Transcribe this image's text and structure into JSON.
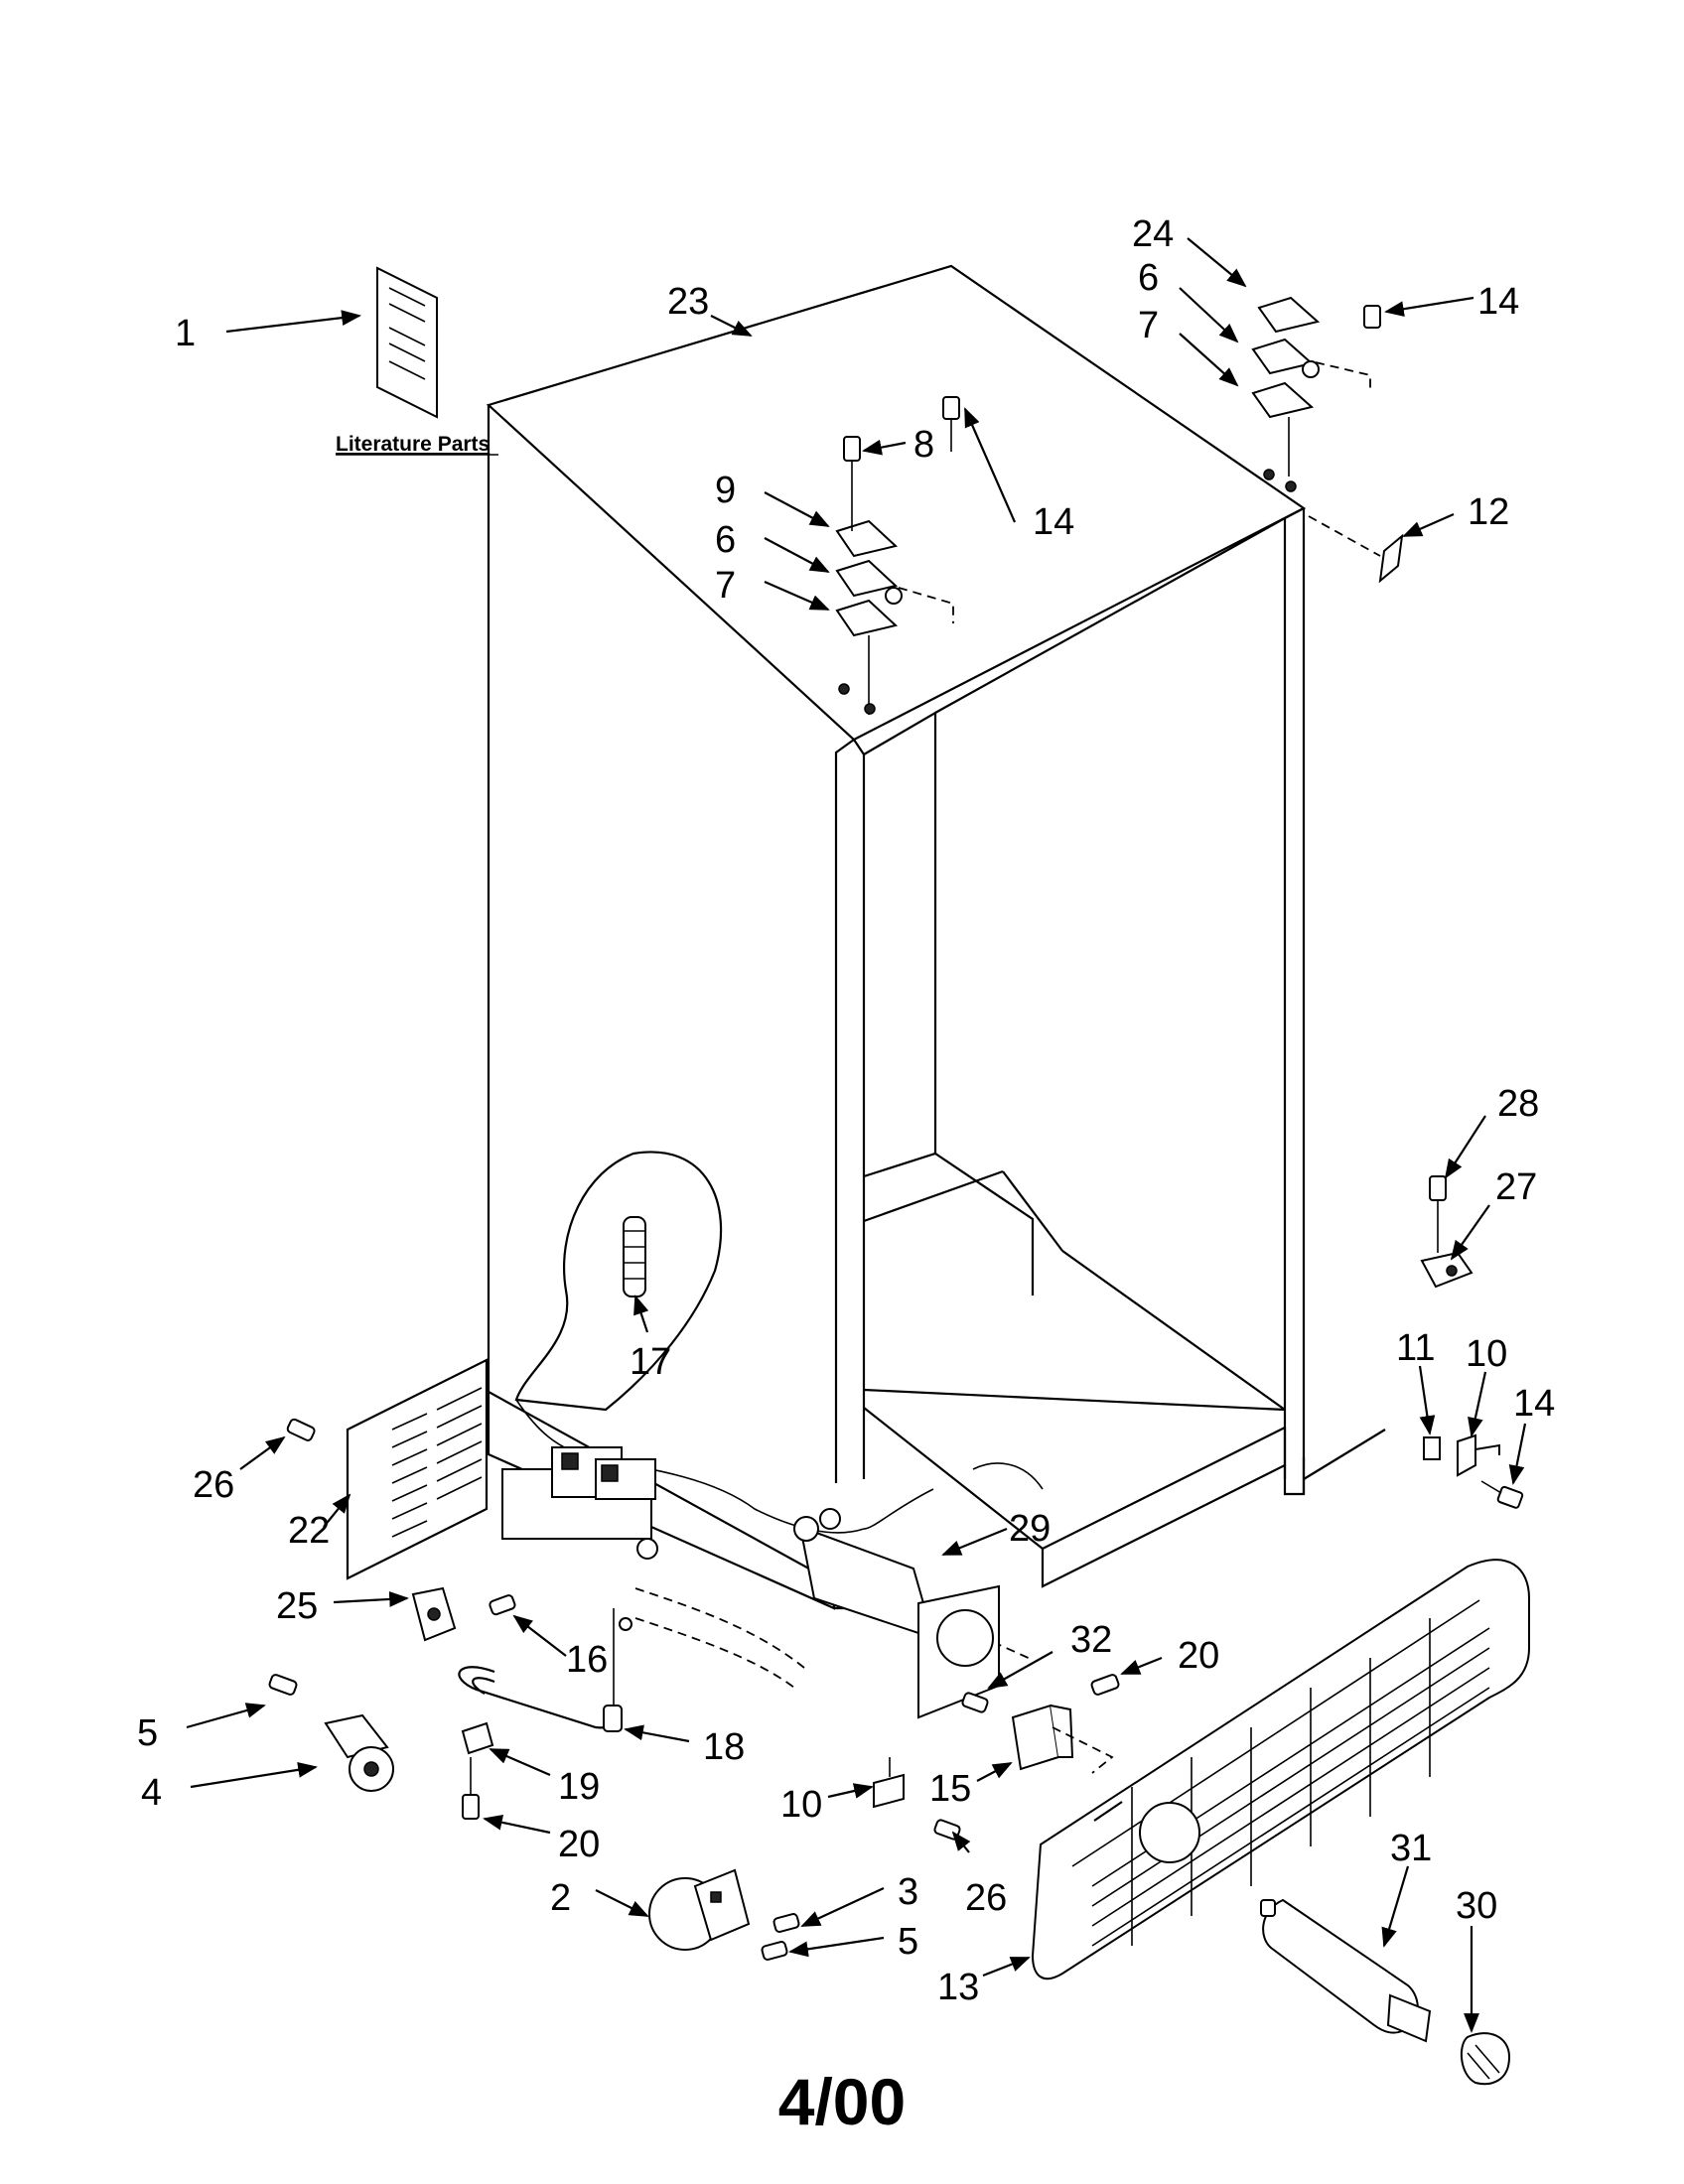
{
  "literature_label": "Literature Parts",
  "footer": "4/00",
  "callouts": {
    "c1": "1",
    "c23": "23",
    "c24": "24",
    "c6a": "6",
    "c7a": "7",
    "c14a": "14",
    "c8": "8",
    "c9": "9",
    "c6b": "6",
    "c7b": "7",
    "c14b": "14",
    "c12": "12",
    "c28": "28",
    "c27": "27",
    "c11": "11",
    "c10a": "10",
    "c14c": "14",
    "c17": "17",
    "c26a": "26",
    "c22": "22",
    "c25": "25",
    "c16": "16",
    "c29": "29",
    "c32": "32",
    "c20a": "20",
    "c5a": "5",
    "c4": "4",
    "c18": "18",
    "c19": "19",
    "c20b": "20",
    "c10b": "10",
    "c15": "15",
    "c2": "2",
    "c3": "3",
    "c26b": "26",
    "c5b": "5",
    "c13": "13",
    "c31": "31",
    "c30": "30"
  },
  "colors": {
    "ink": "#000000",
    "paper": "#ffffff"
  }
}
